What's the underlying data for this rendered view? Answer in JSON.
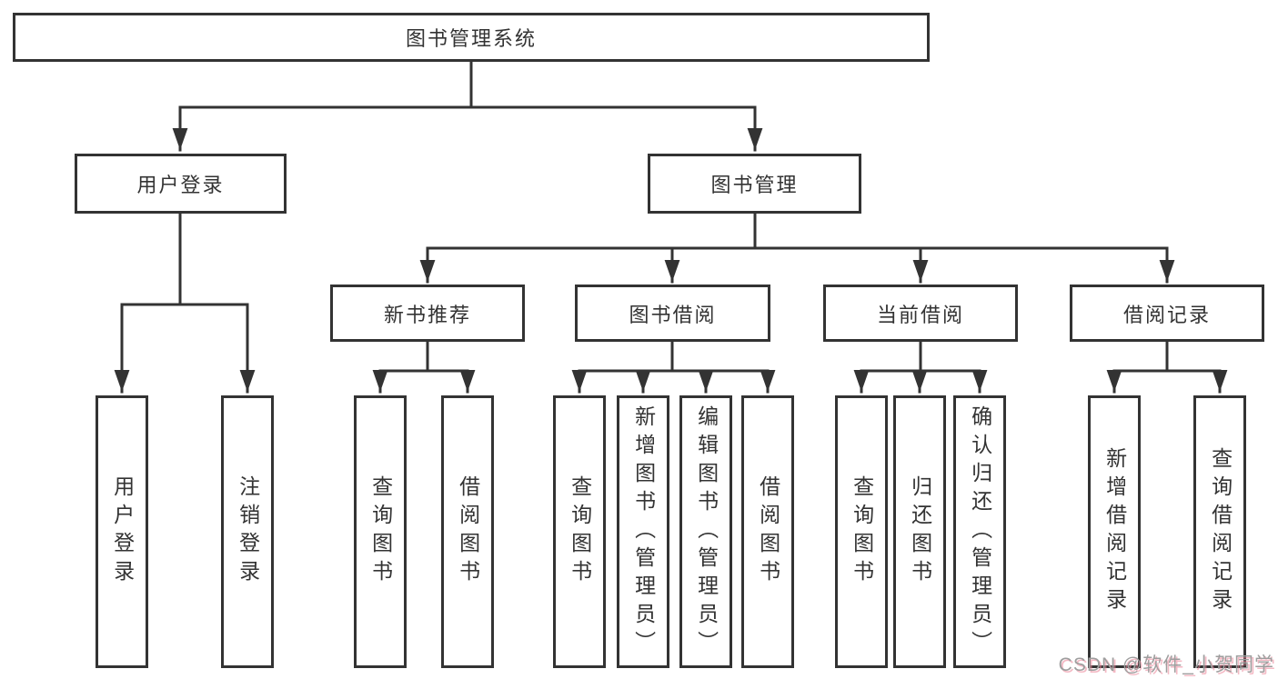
{
  "diagram": {
    "title": "图书管理系统",
    "branches": [
      {
        "label": "用户登录",
        "children": [
          {
            "label": "用户登录"
          },
          {
            "label": "注销登录"
          }
        ]
      },
      {
        "label": "图书管理",
        "children": [
          {
            "label": "新书推荐",
            "children": [
              {
                "label": "查询图书"
              },
              {
                "label": "借阅图书"
              }
            ]
          },
          {
            "label": "图书借阅",
            "children": [
              {
                "label": "查询图书"
              },
              {
                "label": "新增图书（管理员）"
              },
              {
                "label": "编辑图书（管理员）"
              },
              {
                "label": "借阅图书"
              }
            ]
          },
          {
            "label": "当前借阅",
            "children": [
              {
                "label": "查询图书"
              },
              {
                "label": "归还图书"
              },
              {
                "label": "确认归还（管理员）"
              }
            ]
          },
          {
            "label": "借阅记录",
            "children": [
              {
                "label": "新增借阅记录"
              },
              {
                "label": "查询借阅记录"
              }
            ]
          }
        ]
      }
    ]
  },
  "watermark": {
    "text": "CSDN @软件_小贺同学"
  },
  "colors": {
    "line": "#333333",
    "text": "#333333",
    "box_background": "#ffffff",
    "watermark_gray": "#9e9e9e",
    "watermark_accent": "#eb8296"
  }
}
